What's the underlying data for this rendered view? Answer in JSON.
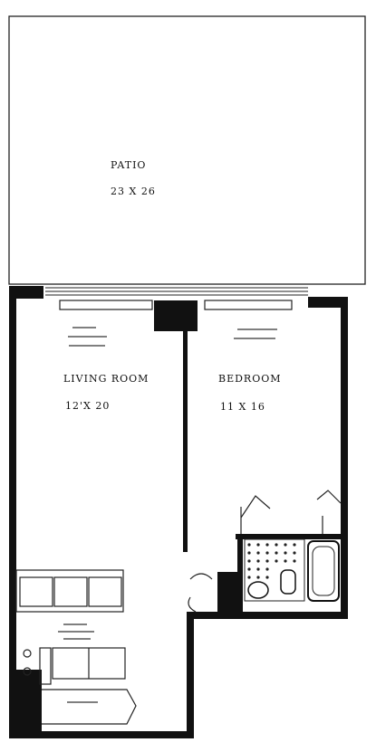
{
  "rooms": {
    "patio": {
      "name": "PATIO",
      "dims": "23 X 26"
    },
    "living": {
      "name": "LIVING ROOM",
      "dims": "12'X 20"
    },
    "bedroom": {
      "name": "BEDROOM",
      "dims": "11 X 16"
    }
  },
  "colors": {
    "wall": "#111111",
    "line": "#222222",
    "paper": "#ffffff"
  }
}
